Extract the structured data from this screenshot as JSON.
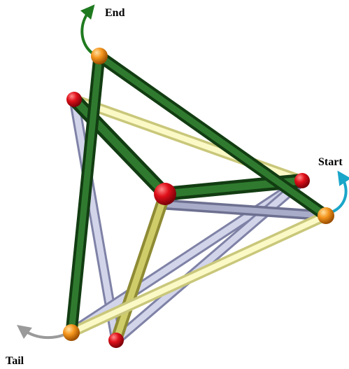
{
  "labels": {
    "end": "End",
    "start": "Start",
    "tail": "Tail"
  },
  "colors": {
    "background": "#ffffff",
    "green_rod": "#1f5a1f",
    "yellow_rod": "#f4f2a6",
    "olive_rod": "#b5b24e",
    "lavender_rod": "#b9bbd6",
    "slate_rod": "#8d90ad",
    "red_joint": "#e0101a",
    "orange_joint": "#f5961e",
    "end_arrow": "#1f7a1f",
    "start_arrow": "#1aa6c9",
    "tail_arrow": "#9a9a9a"
  }
}
